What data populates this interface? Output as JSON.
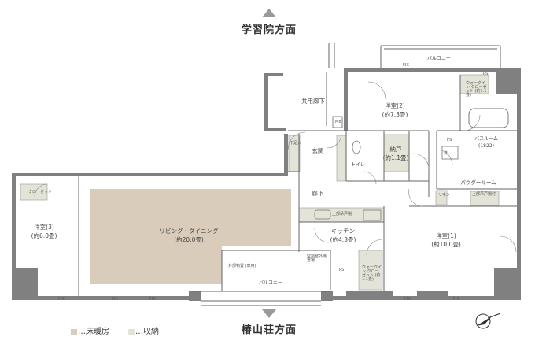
{
  "directions": {
    "top": "学習院方面",
    "bottom": "椿山荘方面"
  },
  "rooms": {
    "western3": {
      "name": "洋室(3)",
      "size": "(約6.0畳)"
    },
    "living": {
      "name": "リビング・ダイニング",
      "size": "(約20.0畳)"
    },
    "kitchen": {
      "name": "キッチン",
      "size": "(約4.3畳)"
    },
    "western1": {
      "name": "洋室(1)",
      "size": "(約10.0畳)"
    },
    "western2": {
      "name": "洋室(2)",
      "size": "(約7.3畳)"
    },
    "storage": {
      "name": "納戸",
      "size": "(約1.1畳)"
    },
    "entrance": {
      "name": "玄関"
    },
    "hall": {
      "name": "廊下"
    },
    "shared_hall": {
      "name": "共用廊下"
    },
    "toilet": {
      "name": "トイレ"
    },
    "powder": {
      "name": "パウダールーム"
    },
    "bath": {
      "name": "バスルーム",
      "size": "(1822)"
    },
    "balcony_top": {
      "name": "バルコニー"
    },
    "balcony_bottom": {
      "name": "バルコニー"
    }
  },
  "labels": {
    "mb": "MB",
    "fix": "FIX",
    "ps": "PS",
    "closet": "クローゼット",
    "shoes": "下足入",
    "walkin_top": "ウォークイン クローゼット (約1.1畳)",
    "walkin_bottom": "ウォークイン クローゼット (約1.1畳)",
    "linen": "リネン",
    "wash": "洗",
    "kitchen_shelf": "上部吊戸棚",
    "powder_shelf": "上部吊戸棚付",
    "outdoor_unit": "空調室外機置場",
    "trunk_room": "外部物置 (専用)"
  },
  "legend": [
    {
      "label": "…床暖房",
      "color": "#d9ccba"
    },
    {
      "label": "…収納",
      "color": "#e3e3d7"
    }
  ],
  "colors": {
    "wall": "#808080",
    "line": "#666666",
    "floor_heating": "#d9ccba",
    "storage": "#e3e3d7",
    "arrow": "#9a9a9a"
  }
}
